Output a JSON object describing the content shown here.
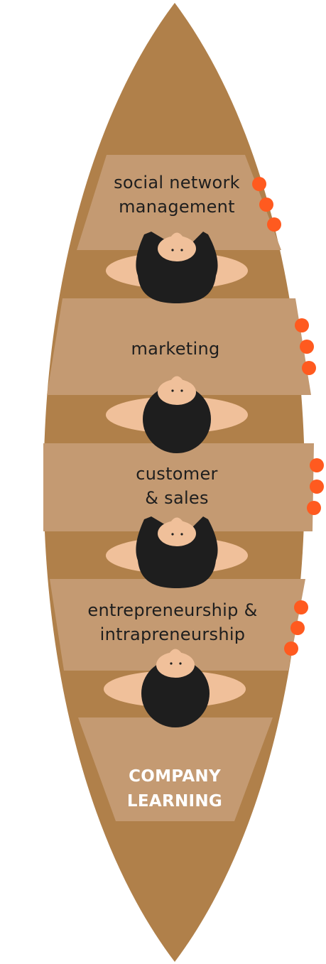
{
  "sections": [
    {
      "lines": [
        "social network",
        "management"
      ],
      "style": "normal"
    },
    {
      "lines": [
        "marketing"
      ],
      "style": "normal"
    },
    {
      "lines": [
        "customer",
        "& sales"
      ],
      "style": "normal"
    },
    {
      "lines": [
        "entrepreneurship &",
        "intrapreneurship"
      ],
      "style": "normal"
    },
    {
      "lines": [
        "COMPANY",
        "LEARNING"
      ],
      "style": "bold"
    }
  ],
  "colors": {
    "boat": "#b0804a",
    "bench": "#c49a72",
    "skin": "#f0c09a",
    "hair": "#1e1e1e",
    "paddle_dots": "#ff5a1f"
  }
}
